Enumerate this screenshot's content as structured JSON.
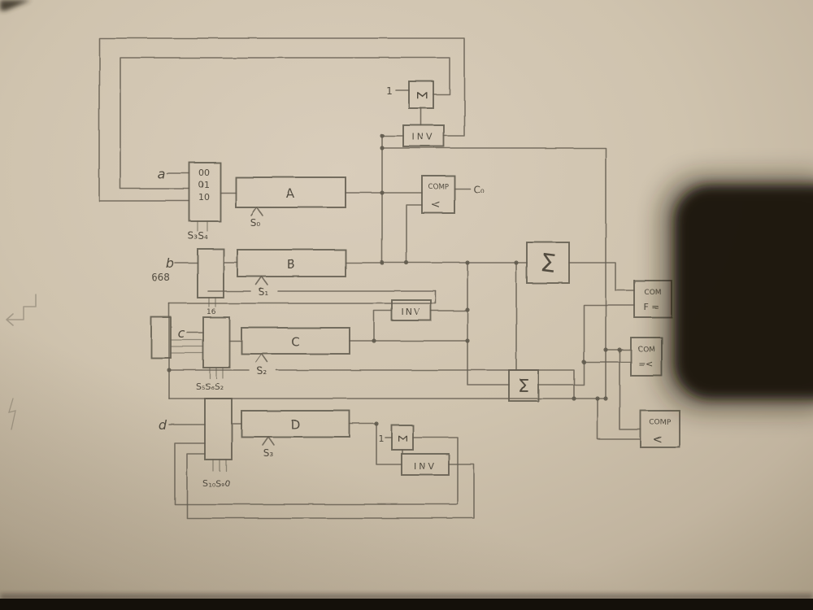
{
  "palette": {
    "paper": "#cfc3ae",
    "pencil": "#635c4f",
    "ink": "#4b453a",
    "shadow": "#1a1108",
    "bottom_strip": "#14100a"
  },
  "blocks": {
    "sigma_top": "Σ",
    "inv_top": "INV",
    "mux_a_rows": [
      "00",
      "01",
      "10"
    ],
    "reg_a": "A",
    "comp_carry": {
      "line1": "COMP",
      "line2": "<"
    },
    "reg_b": "B",
    "inv_mid": "INV",
    "reg_c": "C",
    "sigma_main": "Σ",
    "reg_d": "D",
    "sigma_d": "Σ",
    "inv_bottom": "INV",
    "sigma_mid": "Σ",
    "comp_eq": {
      "line1": "COM",
      "line2": "F ="
    },
    "comp_le": {
      "line1": "COM",
      "line2": "=<"
    },
    "comp_lt": {
      "line1": "COMP",
      "line2": "<"
    }
  },
  "labels": {
    "input_a": "a",
    "input_b": "b",
    "input_b_value": "668",
    "input_c": "c",
    "input_d": "d",
    "select_s0": "S₀",
    "select_s1": "S₁",
    "select_s2": "S₂",
    "select_s3": "S₃",
    "mux_a_select": "S₃S₄",
    "mux_b_width": "16",
    "mux_c_select": "S₅S₆S₂",
    "mux_d_select": "S₁₀S₉0",
    "constant_one_top": "1",
    "constant_one_bottom": "1",
    "carry_out": "C₀"
  }
}
